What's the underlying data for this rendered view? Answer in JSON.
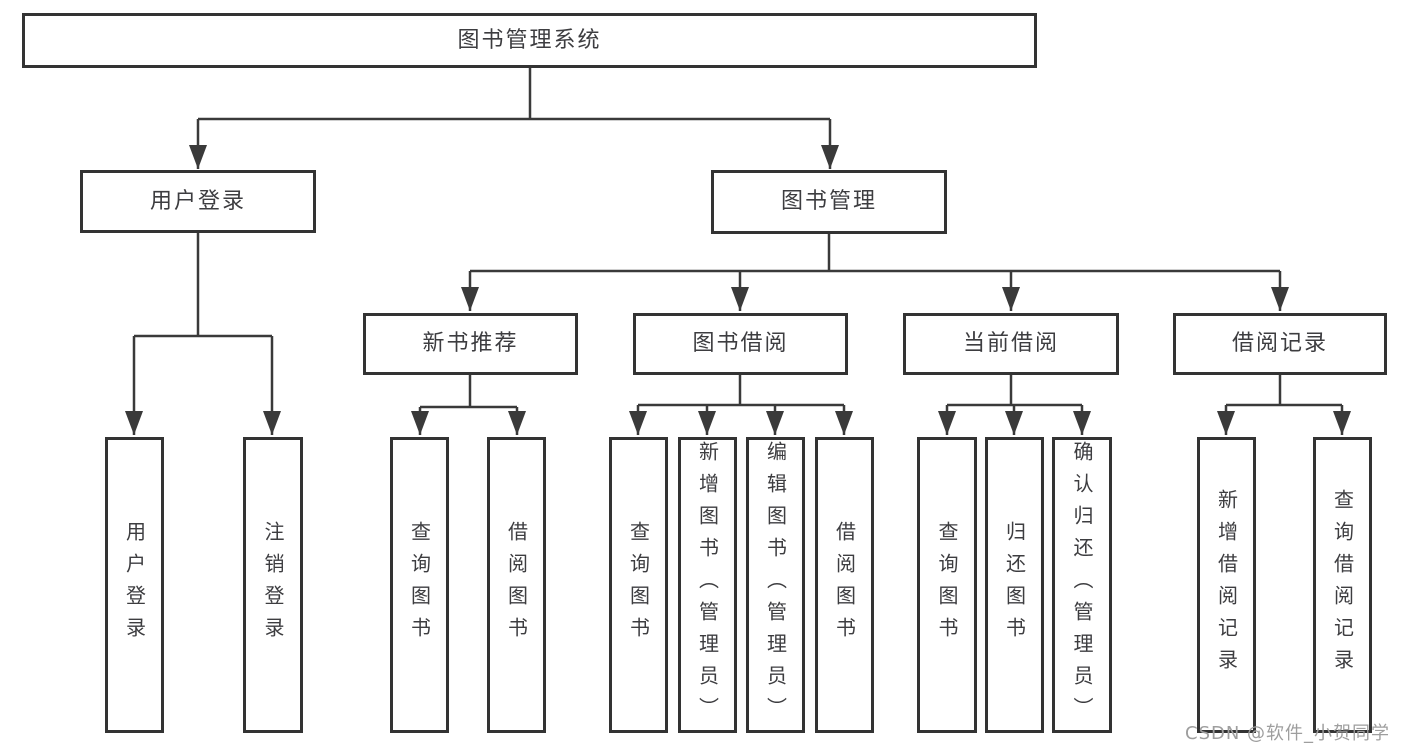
{
  "meta": {
    "title": "图书管理系统功能结构图",
    "background_color": "#ffffff",
    "line_color": "#3a3a3a",
    "border_color": "#333333",
    "text_color": "#3d3d40",
    "watermark_color": "#9e9e9e"
  },
  "watermark": {
    "text": "CSDN @软件_小贺同学"
  },
  "diagram": {
    "root": {
      "label": "图书管理系统"
    },
    "level2": {
      "user_login": {
        "label": "用户登录"
      },
      "book_management": {
        "label": "图书管理"
      }
    },
    "level3": {
      "new_book_recommend": {
        "label": "新书推荐"
      },
      "book_borrowing": {
        "label": "图书借阅"
      },
      "current_borrowing": {
        "label": "当前借阅"
      },
      "borrowing_records": {
        "label": "借阅记录"
      }
    },
    "leaves": {
      "user_login": {
        "label": "用户登录"
      },
      "logout": {
        "label": "注销登录"
      },
      "recommend_query_books": {
        "label": "查询图书"
      },
      "recommend_borrow_books": {
        "label": "借阅图书"
      },
      "borrowing_query_books": {
        "label": "查询图书"
      },
      "borrowing_add_books": {
        "label": "新增图书（管理员）"
      },
      "borrowing_edit_books": {
        "label": "编辑图书（管理员）"
      },
      "borrowing_borrow_books": {
        "label": "借阅图书"
      },
      "current_query_books": {
        "label": "查询图书"
      },
      "current_return_books": {
        "label": "归还图书"
      },
      "current_confirm_return": {
        "label": "确认归还（管理员）"
      },
      "records_add_record": {
        "label": "新增借阅记录"
      },
      "records_query_record": {
        "label": "查询借阅记录"
      }
    }
  }
}
